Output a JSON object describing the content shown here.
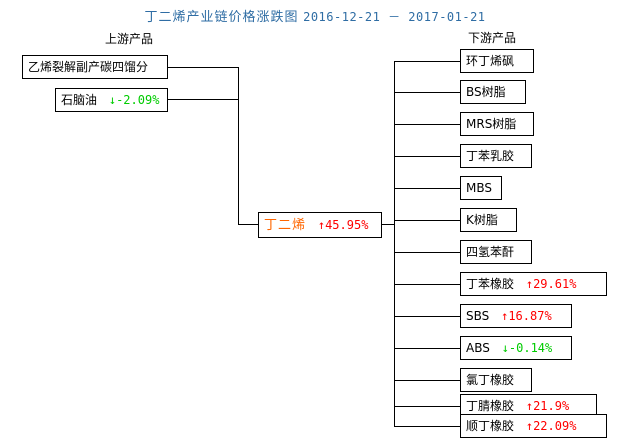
{
  "title": {
    "main": "丁二烯产业链价格涨跌图",
    "date_range": "2016-12-21 － 2017-01-21"
  },
  "headers": {
    "upstream": "上游产品",
    "downstream": "下游产品"
  },
  "center_node": {
    "label": "丁二烯",
    "delta": "↑45.95%",
    "direction": "up",
    "value": 45.95
  },
  "upstream": [
    {
      "label": "乙烯裂解副产碳四馏分",
      "delta": "",
      "direction": "none",
      "value": null
    },
    {
      "label": "石脑油",
      "delta": "↓-2.09%",
      "direction": "down",
      "value": -2.09
    }
  ],
  "downstream": [
    {
      "label": "环丁烯砜",
      "delta": "",
      "direction": "none",
      "value": null
    },
    {
      "label": "BS树脂",
      "delta": "",
      "direction": "none",
      "value": null
    },
    {
      "label": "MRS树脂",
      "delta": "",
      "direction": "none",
      "value": null
    },
    {
      "label": "丁苯乳胶",
      "delta": "",
      "direction": "none",
      "value": null
    },
    {
      "label": "MBS",
      "delta": "",
      "direction": "none",
      "value": null
    },
    {
      "label": "K树脂",
      "delta": "",
      "direction": "none",
      "value": null
    },
    {
      "label": "四氢苯酐",
      "delta": "",
      "direction": "none",
      "value": null
    },
    {
      "label": "丁苯橡胶",
      "delta": "↑29.61%",
      "direction": "up",
      "value": 29.61
    },
    {
      "label": "SBS",
      "delta": "↑16.87%",
      "direction": "up",
      "value": 16.87
    },
    {
      "label": "ABS",
      "delta": "↓-0.14%",
      "direction": "down",
      "value": -0.14
    },
    {
      "label": "氯丁橡胶",
      "delta": "",
      "direction": "none",
      "value": null
    },
    {
      "label": "丁腈橡胶",
      "delta": "↑21.9%",
      "direction": "up",
      "value": 21.9
    },
    {
      "label": "顺丁橡胶",
      "delta": "↑22.09%",
      "direction": "up",
      "value": 22.09
    }
  ],
  "colors": {
    "title": "#2f6da4",
    "up": "#ff0000",
    "down": "#00cc00",
    "center_label": "#ff6600",
    "border": "#000000",
    "background": "#ffffff"
  }
}
